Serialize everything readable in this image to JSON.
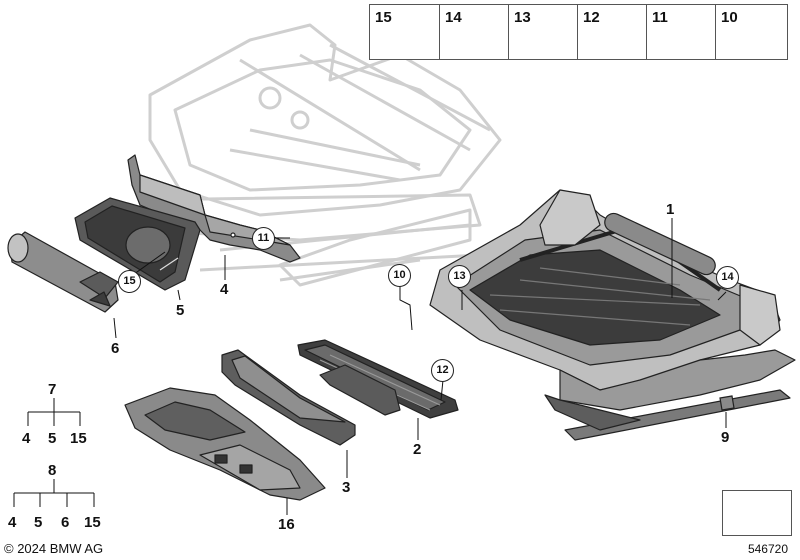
{
  "hardware_header": {
    "items": [
      {
        "number": "15",
        "icon": "bolt-icon"
      },
      {
        "number": "14",
        "icon": "expanding-rivet-icon"
      },
      {
        "number": "13",
        "icon": "torx-bolt-icon"
      },
      {
        "number": "12",
        "icon": "torx-bolt-icon"
      },
      {
        "number": "11",
        "icon": "hex-collar-nut-icon"
      },
      {
        "number": "10",
        "icon": "torx-bolt-icon"
      }
    ]
  },
  "callouts": {
    "c1": "1",
    "c2": "2",
    "c3": "3",
    "c4": "4",
    "c5": "5",
    "c6": "6",
    "c9": "9",
    "c16": "16"
  },
  "ring_callouts": {
    "r10": "10",
    "r11": "11",
    "r12": "12",
    "r13": "13",
    "r14": "14",
    "r15": "15"
  },
  "trees": {
    "tree7": {
      "root": "7",
      "children": [
        "4",
        "5",
        "15"
      ]
    },
    "tree8": {
      "root": "8",
      "children": [
        "4",
        "5",
        "6",
        "15"
      ]
    }
  },
  "footer": {
    "copyright": "© 2024 BMW AG",
    "diagram_number": "546720"
  },
  "colors": {
    "line": "#222222",
    "ghost": "#d0d0d0",
    "part_fill": "#8a8a8a",
    "part_dark": "#3e3e3e",
    "part_light": "#c8c8c8"
  }
}
